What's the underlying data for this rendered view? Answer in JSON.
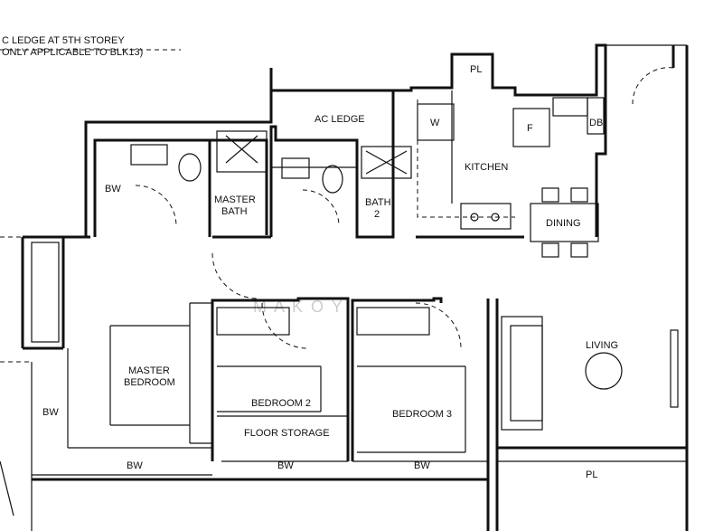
{
  "notes": {
    "line1": "C LEDGE AT 5TH STOREY",
    "line2": "ONLY APPLICABLE TO BLK13)"
  },
  "watermark": "M A K O Y",
  "rooms": {
    "pl_top": "PL",
    "ac_ledge": "AC LEDGE",
    "w": "W",
    "f": "F",
    "db": "DB",
    "kitchen": "KITCHEN",
    "dining": "DINING",
    "bw_top": "BW",
    "master_bath_1": "MASTER",
    "master_bath_2": "BATH",
    "bath2_1": "BATH",
    "bath2_2": "2",
    "master_bedroom_1": "MASTER",
    "master_bedroom_2": "BEDROOM",
    "bedroom2": "BEDROOM 2",
    "bedroom3": "BEDROOM 3",
    "floor_storage": "FLOOR STORAGE",
    "living": "LIVING",
    "bw_left": "BW",
    "bw_bottom1": "BW",
    "bw_bottom2": "BW",
    "bw_bottom3": "BW",
    "pl_bottom": "PL"
  }
}
